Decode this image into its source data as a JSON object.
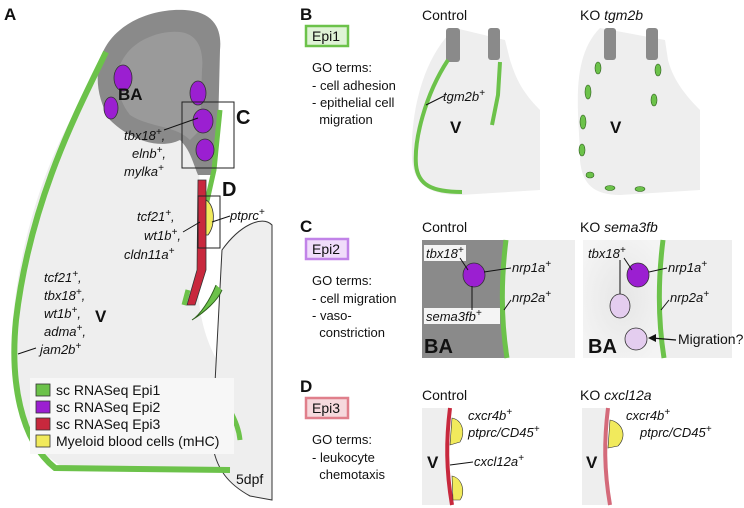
{
  "panels": {
    "a": "A",
    "b": "B",
    "c": "C",
    "d": "D",
    "box_c": "C",
    "box_d": "D"
  },
  "panel_a": {
    "ba": "BA",
    "v": "V",
    "dpf": "5dpf",
    "epi2_genes": [
      "tbx18",
      "elnb",
      "mylka"
    ],
    "epi3_genes": [
      "tcf21",
      "wt1b",
      "cldn11a"
    ],
    "myeloid_gene": "ptprc",
    "epi1_genes": [
      "tcf21",
      "tbx18",
      "wt1b",
      "adma",
      "jam2b"
    ],
    "plus": "+",
    "comma": ","
  },
  "legend": {
    "items": [
      {
        "label": "sc RNASeq Epi1",
        "color": "#6cc24a"
      },
      {
        "label": "sc RNASeq Epi2",
        "color": "#9b1fd1"
      },
      {
        "label": "sc RNASeq Epi3",
        "color": "#c8283d"
      },
      {
        "label": "Myeloid blood cells (mHC)",
        "color": "#f1ea5c"
      }
    ]
  },
  "panel_b": {
    "tag": "Epi1",
    "tag_color": "#6cc24a",
    "go_title": "GO terms:",
    "go_terms": [
      "- cell adhesion",
      "- epithelial cell",
      "  migration"
    ],
    "control": "Control",
    "ko_prefix": "KO ",
    "ko_gene": "tgm2b",
    "gene": "tgm2b",
    "v": "V"
  },
  "panel_c": {
    "tag": "Epi2",
    "tag_color": "#c183e8",
    "go_title": "GO terms:",
    "go_terms": [
      "- cell migration",
      "- vaso-",
      "  constriction"
    ],
    "control": "Control",
    "ko_prefix": "KO ",
    "ko_gene": "sema3fb",
    "tbx18": "tbx18",
    "nrp1a": "nrp1a",
    "nrp2a": "nrp2a",
    "sema3fb": "sema3fb",
    "ba": "BA",
    "migration": "Migration?"
  },
  "panel_d": {
    "tag": "Epi3",
    "tag_color": "#e07f8b",
    "go_title": "GO terms:",
    "go_terms": [
      "- leukocyte",
      "  chemotaxis"
    ],
    "control": "Control",
    "ko_prefix": "KO ",
    "ko_gene": "cxcl12a",
    "cxcr4b": "cxcr4b",
    "ptprc": "ptprc/CD45",
    "cxcl12a": "cxcl12a",
    "v": "V"
  }
}
